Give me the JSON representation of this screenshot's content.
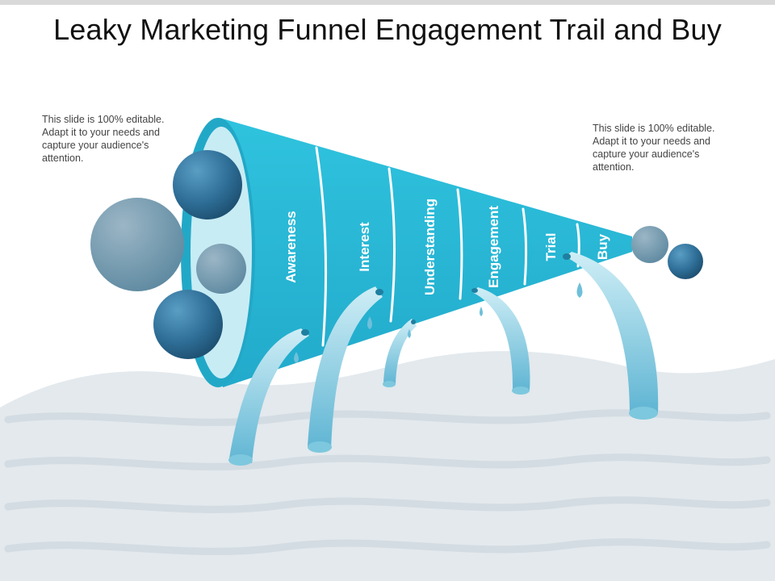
{
  "slide": {
    "title": "Leaky Marketing Funnel Engagement Trail and Buy",
    "note_left": "This slide is 100% editable. Adapt it to your needs and capture your audience's attention.",
    "note_right": "This slide is 100% editable. Adapt it to your needs and capture your audience's attention."
  },
  "funnel": {
    "stages": [
      "Awareness",
      "Interest",
      "Understanding",
      "Engagement",
      "Trial",
      "Buy"
    ]
  },
  "colors": {
    "funnel": "#29bcd8",
    "funnel_mouth": "#c8ecf4",
    "ball_dark": "#2b6e96",
    "ball_gray": "#6e95ab",
    "water": "#7dc8de",
    "ground": "#e3e9ed"
  }
}
